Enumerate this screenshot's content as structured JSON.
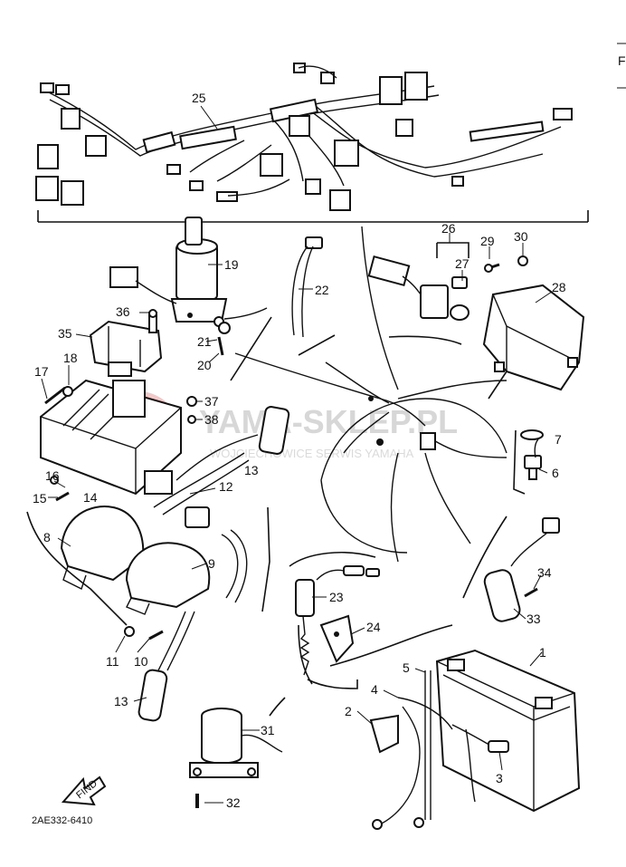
{
  "diagram": {
    "catalog_code": "2AE332-6410",
    "find_label": "FIND",
    "edge_mark": "F",
    "watermark": {
      "main": "YAMA-SKLEP.PL",
      "sub": "WOJCIECHOWICE SERWIS YAMAHA"
    },
    "callouts": [
      "1",
      "2",
      "3",
      "4",
      "5",
      "6",
      "7",
      "8",
      "9",
      "10",
      "11",
      "12",
      "13",
      "13",
      "14",
      "15",
      "16",
      "17",
      "18",
      "19",
      "20",
      "21",
      "22",
      "23",
      "24",
      "25",
      "26",
      "27",
      "28",
      "29",
      "30",
      "31",
      "32",
      "33",
      "34",
      "35",
      "36",
      "37",
      "38"
    ]
  }
}
